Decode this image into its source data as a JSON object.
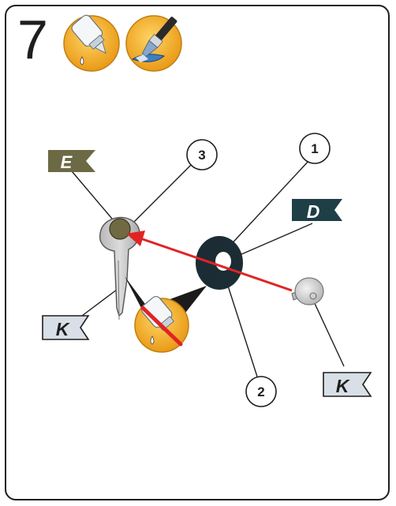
{
  "step_number": "7",
  "icons": {
    "top_left": "glue-bottle-icon",
    "top_right": "paint-brush-icon",
    "prohibited": "no-glue-icon"
  },
  "callouts": {
    "c1": "1",
    "c2": "2",
    "c3": "3"
  },
  "flags": {
    "E": "E",
    "D": "D",
    "K_left": "K",
    "K_right": "K"
  },
  "colors": {
    "flag_E": "#6b6a45",
    "flag_D": "#1f3f47",
    "flag_K": "#d8dfe6",
    "icon_circle": "#f2b12f",
    "arrow": "#e02424",
    "washer": "#1b2c34"
  }
}
